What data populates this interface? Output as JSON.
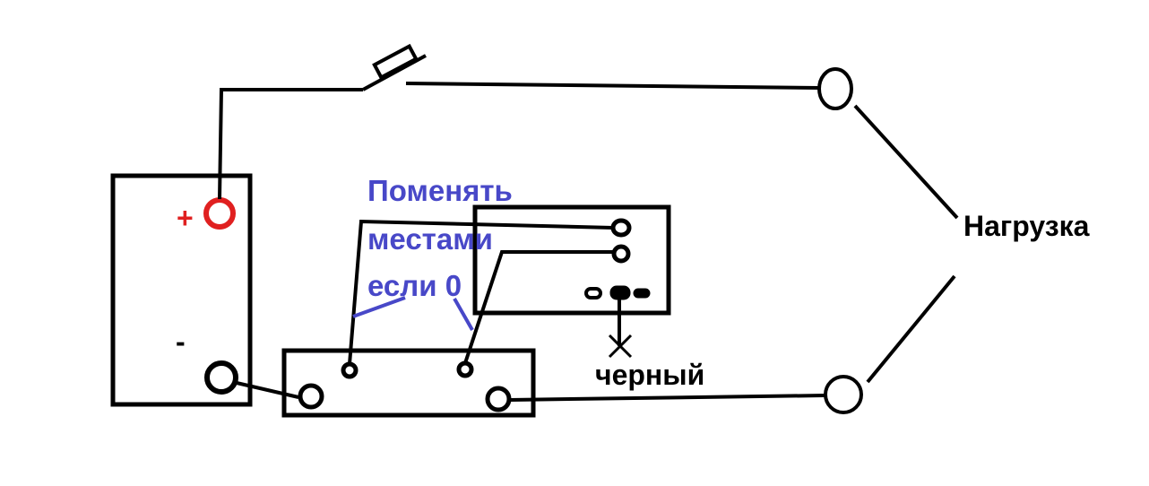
{
  "labels": {
    "plus": "+",
    "minus": "-",
    "swap_line1": "Поменять",
    "swap_line2": "местами",
    "swap_line3": "если 0",
    "load": "Нагрузка",
    "black_wire": "черный"
  },
  "colors": {
    "wire": "#000000",
    "positive": "#e02020",
    "annotation": "#4848c8",
    "background": "#ffffff"
  }
}
